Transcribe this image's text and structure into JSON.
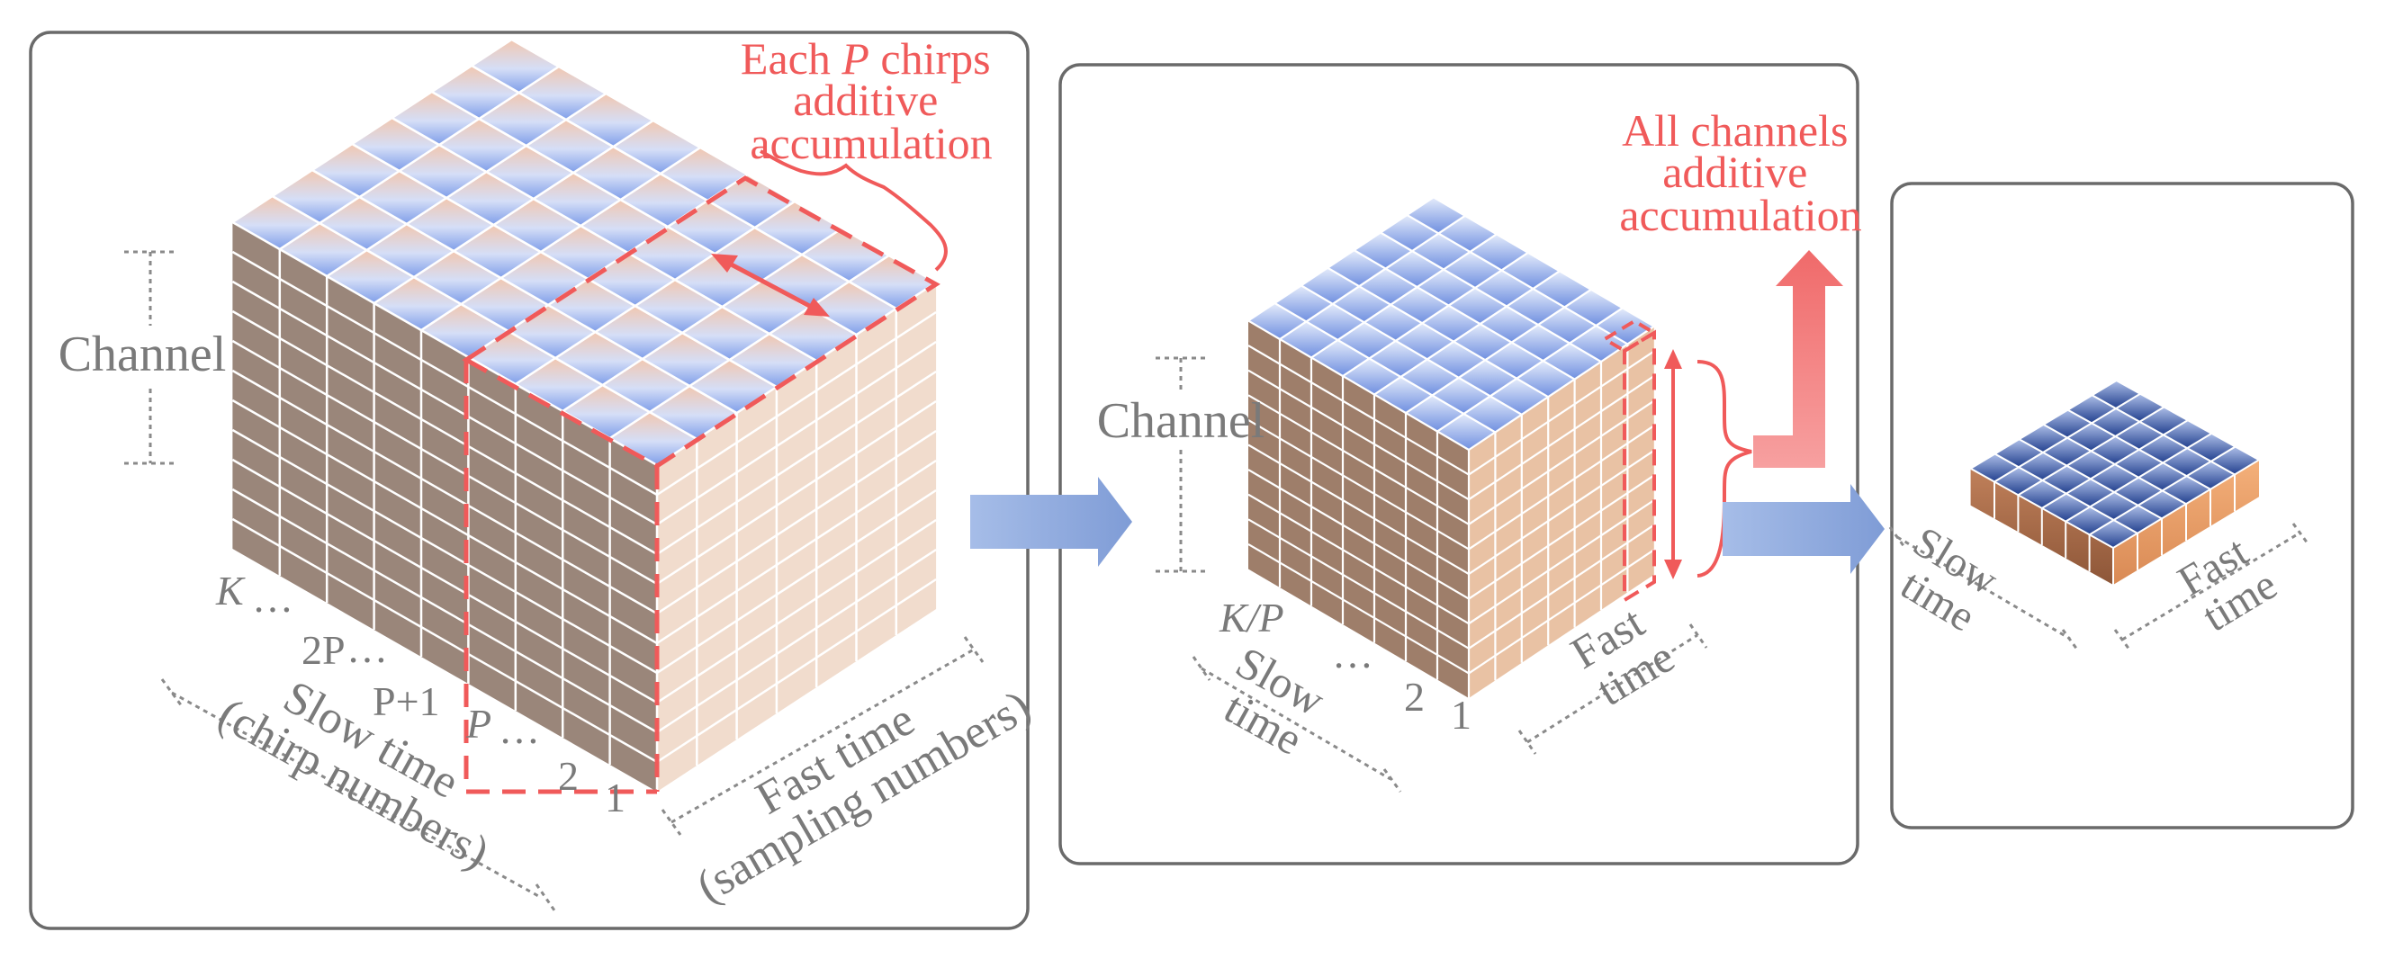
{
  "panel1": {
    "annotation_lines": [
      "Each ",
      "P",
      " chirps",
      "additive",
      "accumulation"
    ],
    "channel_label": "Channel",
    "slow_ticks": [
      "K",
      "…",
      "2P",
      "…",
      "P+1",
      "P",
      "…",
      "2",
      "1"
    ],
    "slow_axis_line1": "Slow time",
    "slow_axis_line2": "(chirp numbers)",
    "fast_axis_line1": "Fast time",
    "fast_axis_line2": "(sampling numbers)"
  },
  "panel2": {
    "annotation_lines": [
      "All channels",
      "additive",
      "accumulation"
    ],
    "channel_label": "Channel",
    "slow_ticks": [
      "K/P",
      "…",
      "2",
      "1"
    ],
    "slow_axis_line1": "Slow",
    "slow_axis_line2": "time",
    "fast_axis_line1": "Fast",
    "fast_axis_line2": "time"
  },
  "panel3": {
    "slow_axis_line1": "Slow",
    "slow_axis_line2": "time",
    "fast_axis_line1": "Fast",
    "fast_axis_line2": "time"
  },
  "colors": {
    "annotation_red": "#f05a5a",
    "label_gray": "#7a7a7a",
    "side_dark": "#9a867a",
    "side_light": "#f1dccd",
    "top_blue": "#7f9ee9",
    "top_peach": "#f2c7b0",
    "flow_arrow_blue": "#8ea9dc"
  }
}
